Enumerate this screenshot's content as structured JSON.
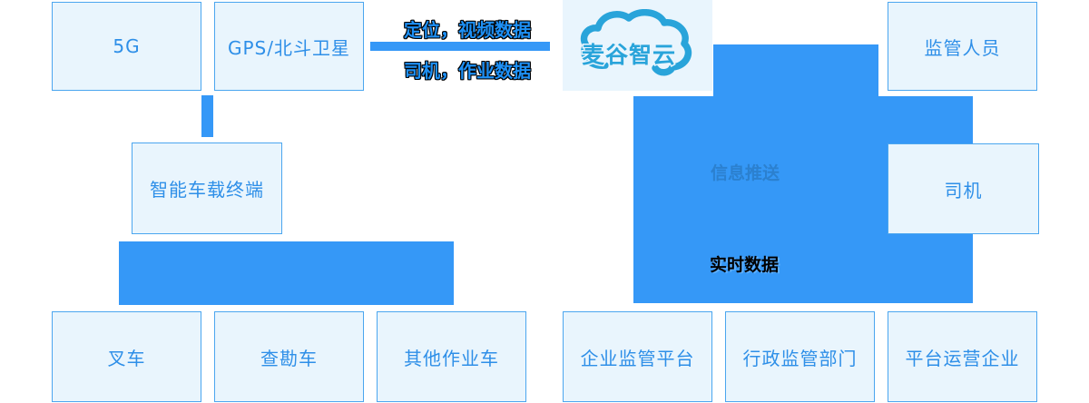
{
  "diagram": {
    "nodes": {
      "network_5g": {
        "label": "5G"
      },
      "gps_beidou": {
        "label": "GPS/北斗卫星"
      },
      "cloud_platform": {
        "label": "麦谷智云"
      },
      "supervisors": {
        "label": "监管人员"
      },
      "smart_terminal": {
        "label": "智能车载终端"
      },
      "driver": {
        "label": "司机"
      },
      "forklift": {
        "label": "叉车"
      },
      "survey_vehicle": {
        "label": "查勘车"
      },
      "other_work_vehicle": {
        "label": "其他作业车"
      },
      "enterprise_supervision_platform": {
        "label": "企业监管平台"
      },
      "administrative_supervision_dept": {
        "label": "行政监管部门"
      },
      "platform_operating_enterprise": {
        "label": "平台运营企业"
      }
    },
    "edge_labels": {
      "positioning_video_data": "定位，视频数据",
      "driver_work_data": "司机，作业数据",
      "info_push": "信息推送",
      "realtime_data": "实时数据"
    },
    "colors": {
      "connector_blue": "#3598f7",
      "node_fill": "#e9f5fd",
      "node_border": "#4ba6ef",
      "node_text": "#2e8fe8",
      "logo_blue": "#29a4da",
      "edge_label_blue": "#1e90f5",
      "info_push_text": "#2b80cf",
      "realtime_text": "#000000"
    }
  }
}
